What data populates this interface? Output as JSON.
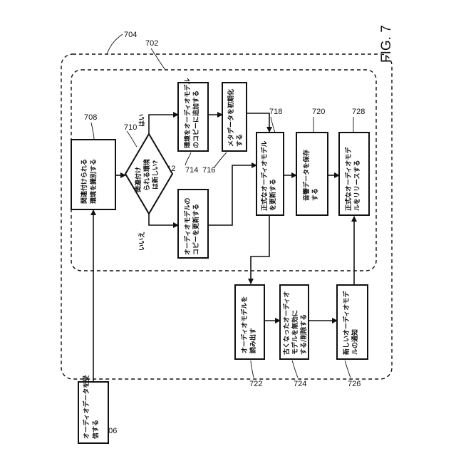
{
  "figure_label": "FIG. 7",
  "refs": {
    "r702": "702",
    "r704": "704",
    "r706": "706",
    "r708": "708",
    "r710": "710",
    "r712": "712",
    "r714": "714",
    "r716": "716",
    "r718": "718",
    "r720": "720",
    "r722": "722",
    "r724": "724",
    "r726": "726",
    "r728": "728"
  },
  "nodes": {
    "n706": [
      "オーディオデータを受",
      "信する"
    ],
    "n708": [
      "関連付けられる",
      "環境を識別する"
    ],
    "n710": [
      "関連付け",
      "られる環境",
      "は新しい?"
    ],
    "n712": [
      "オーディオモデルの",
      "コピーを更新する"
    ],
    "n714": [
      "環境をオーディオモデル",
      "のコピーに追加する"
    ],
    "n716": [
      "メタデータを初期化",
      "する"
    ],
    "n718": [
      "正式なオーディオモデル",
      "を更新する"
    ],
    "n720": [
      "音響データを保存",
      "する"
    ],
    "n728": [
      "正式なオーディオモデ",
      "ルをリリースする"
    ],
    "n722": [
      "オーディオモデルを",
      "読み出す"
    ],
    "n724": [
      "古くなったオーディオ",
      "モデルを無効に",
      "する/削除する"
    ],
    "n726": [
      "新しいオーディオモデ",
      "ルの通知"
    ]
  },
  "branches": {
    "yes": "はい",
    "no": "いいえ"
  }
}
